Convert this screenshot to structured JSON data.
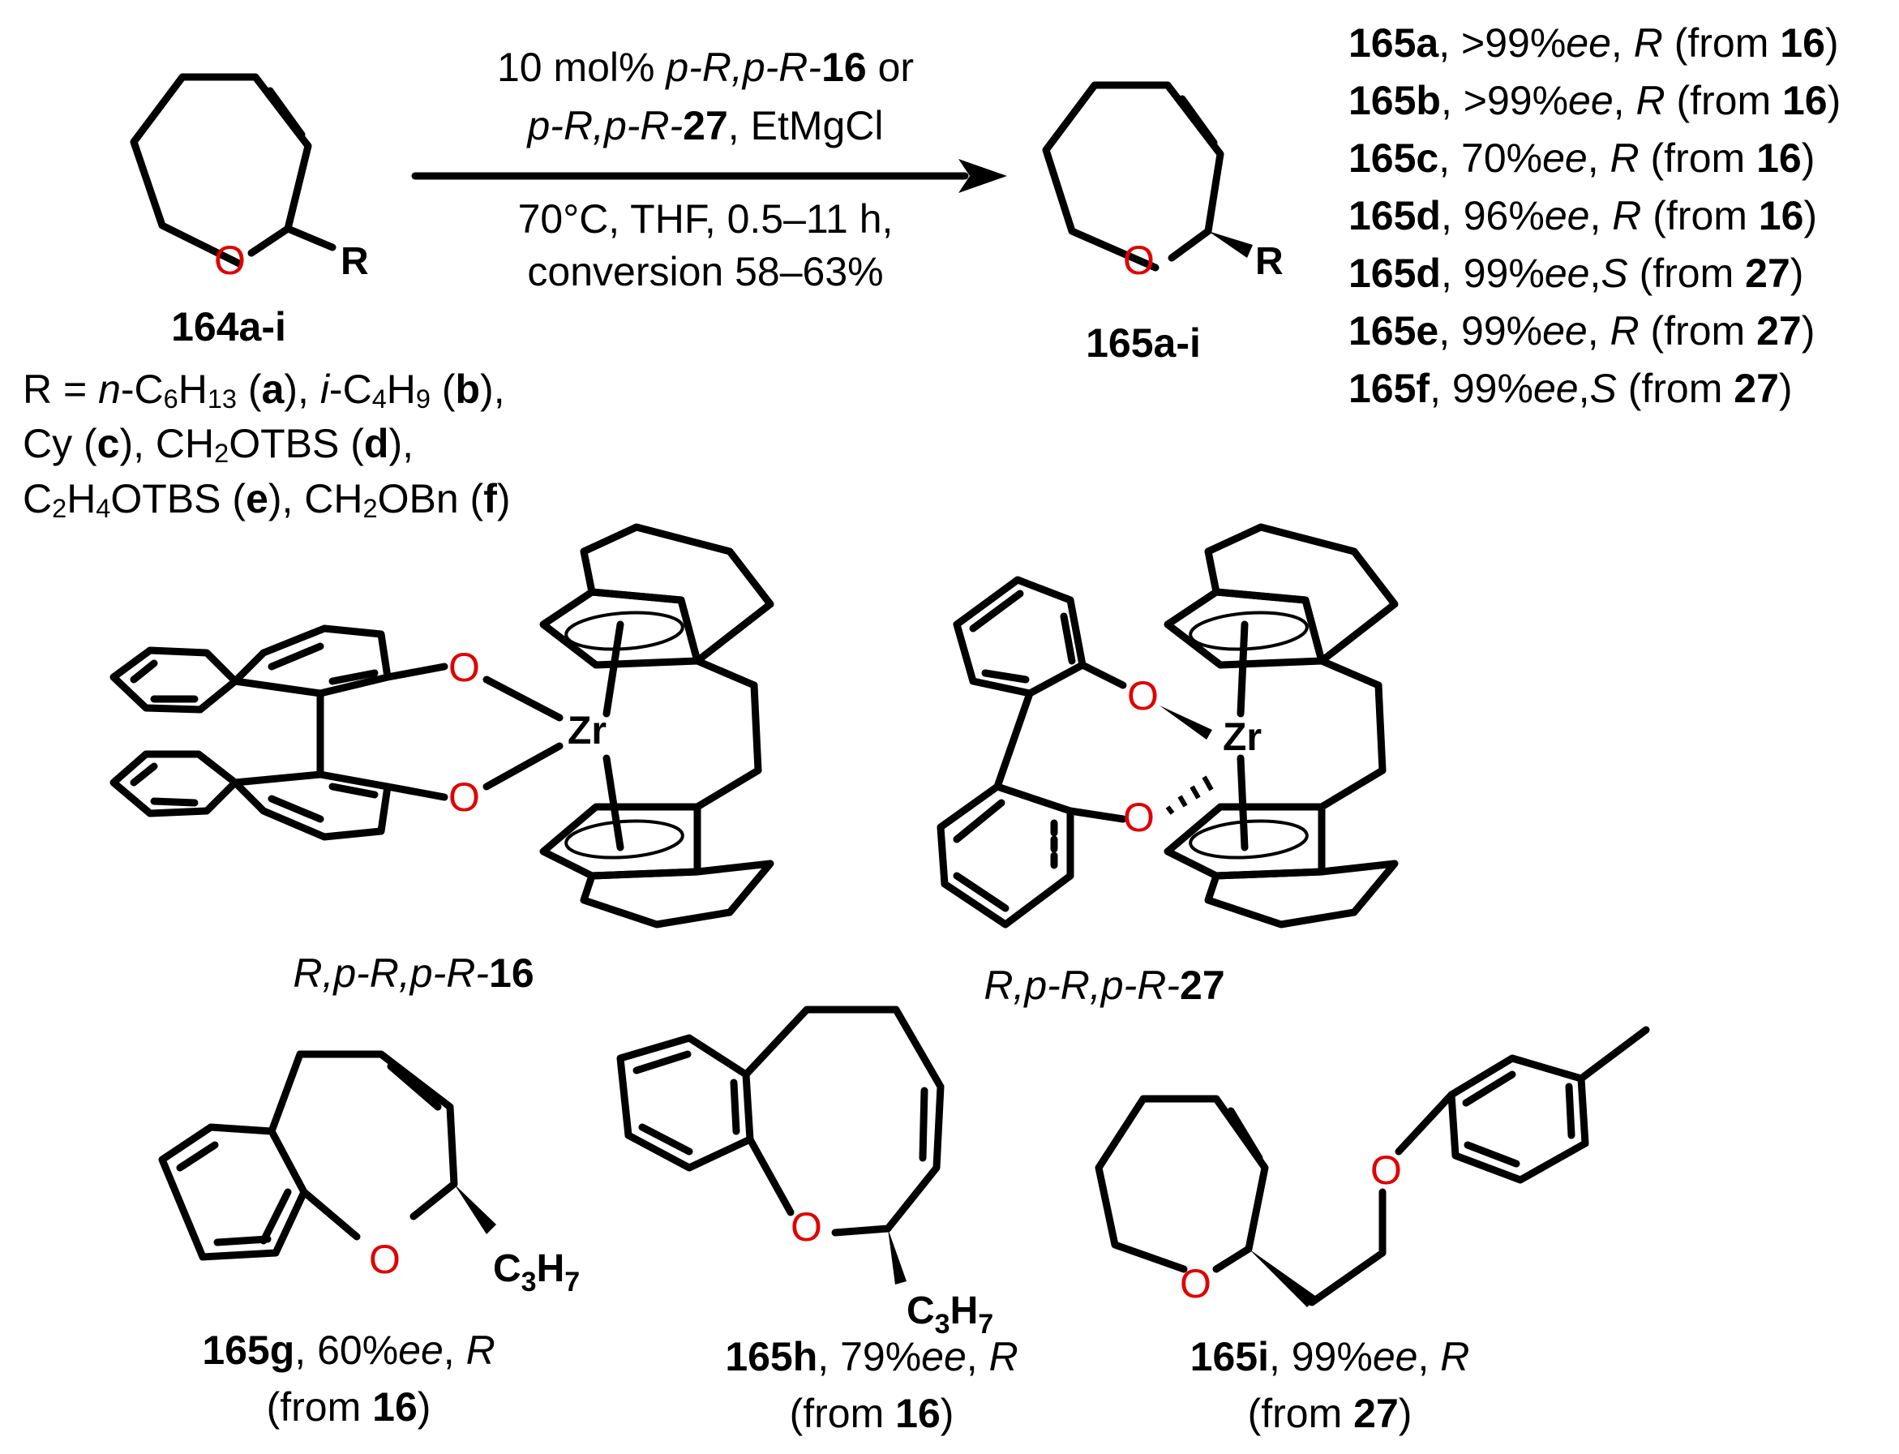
{
  "reaction": {
    "cond_top_1a": "10 mol% ",
    "cond_top_1b": "p-R,p-R-",
    "cond_top_1c": "16",
    "cond_top_1d": " or",
    "cond_top_2a": "p-R,p-R-",
    "cond_top_2b": "27",
    "cond_top_2c": ", EtMgCl",
    "cond_bot_1": "70°C, THF, 0.5–11 h,",
    "cond_bot_2": "conversion 58–63%"
  },
  "substrate": {
    "label": "164a-i",
    "r_line1": [
      "R = ",
      "n",
      "-C",
      "6",
      "H",
      "13",
      " (",
      "a",
      "), ",
      "i",
      "-C",
      "4",
      "H",
      "9",
      " (",
      "b",
      "),"
    ],
    "r_line2": [
      "Cy (",
      "c",
      "), CH",
      "2",
      "OTBS (",
      "d",
      "),"
    ],
    "r_line3": [
      "C",
      "2",
      "H",
      "4",
      "OTBS (",
      "e",
      "), CH",
      "2",
      "OBn (",
      "f",
      ")"
    ]
  },
  "product": {
    "label": "165a-i"
  },
  "results": [
    {
      "id": "165a",
      "text": ", >99%",
      "ee": "ee",
      "sep": ", ",
      "config": "R",
      "src_pre": " (from ",
      "src": "16",
      "src_post": ")"
    },
    {
      "id": "165b",
      "text": ", >99%",
      "ee": "ee",
      "sep": ", ",
      "config": "R",
      "src_pre": " (from ",
      "src": "16",
      "src_post": ")"
    },
    {
      "id": "165c",
      "text": ", 70%",
      "ee": "ee",
      "sep": ", ",
      "config": "R",
      "src_pre": " (from ",
      "src": "16",
      "src_post": ")"
    },
    {
      "id": "165d",
      "text": ", 96%",
      "ee": "ee",
      "sep": ", ",
      "config": "R",
      "src_pre": " (from ",
      "src": "16",
      "src_post": ")"
    },
    {
      "id": "165d",
      "text": ", 99%",
      "ee": "ee",
      "sep": ",",
      "config": "S",
      "src_pre": " (from ",
      "src": "27",
      "src_post": ")"
    },
    {
      "id": "165e",
      "text": ", 99%",
      "ee": "ee",
      "sep": ", ",
      "config": "R",
      "src_pre": " (from ",
      "src": "27",
      "src_post": ")"
    },
    {
      "id": "165f",
      "text": ", 99%",
      "ee": "ee",
      "sep": ",",
      "config": "S",
      "src_pre": " (from ",
      "src": "27",
      "src_post": ")"
    }
  ],
  "catalysts": {
    "c16_prefix": "R,p-R,p-R-",
    "c16_num": "16",
    "c27_prefix": "R,p-R,p-R-",
    "c27_num": "27"
  },
  "atoms": {
    "O": "O",
    "R": "R",
    "Zr": "Zr",
    "C3H7_C": "C",
    "C3H7_3": "3",
    "C3H7_H": "H",
    "C3H7_7": "7"
  },
  "examples": {
    "g": {
      "id": "165g",
      "text": ", 60%",
      "ee": "ee",
      "sep": ", ",
      "config": "R",
      "line2_pre": "(from ",
      "src": "16",
      "line2_post": ")"
    },
    "h": {
      "id": "165h",
      "text": ", 79%",
      "ee": "ee",
      "sep": ", ",
      "config": "R",
      "line2_pre": "(from ",
      "src": "16",
      "line2_post": ")"
    },
    "i": {
      "id": "165i",
      "text": ", 99%",
      "ee": "ee",
      "sep": ", ",
      "config": "R",
      "line2_pre": "(from ",
      "src": "27",
      "line2_post": ")"
    }
  },
  "colors": {
    "oxygen": "#e00000",
    "bond": "#000000"
  }
}
